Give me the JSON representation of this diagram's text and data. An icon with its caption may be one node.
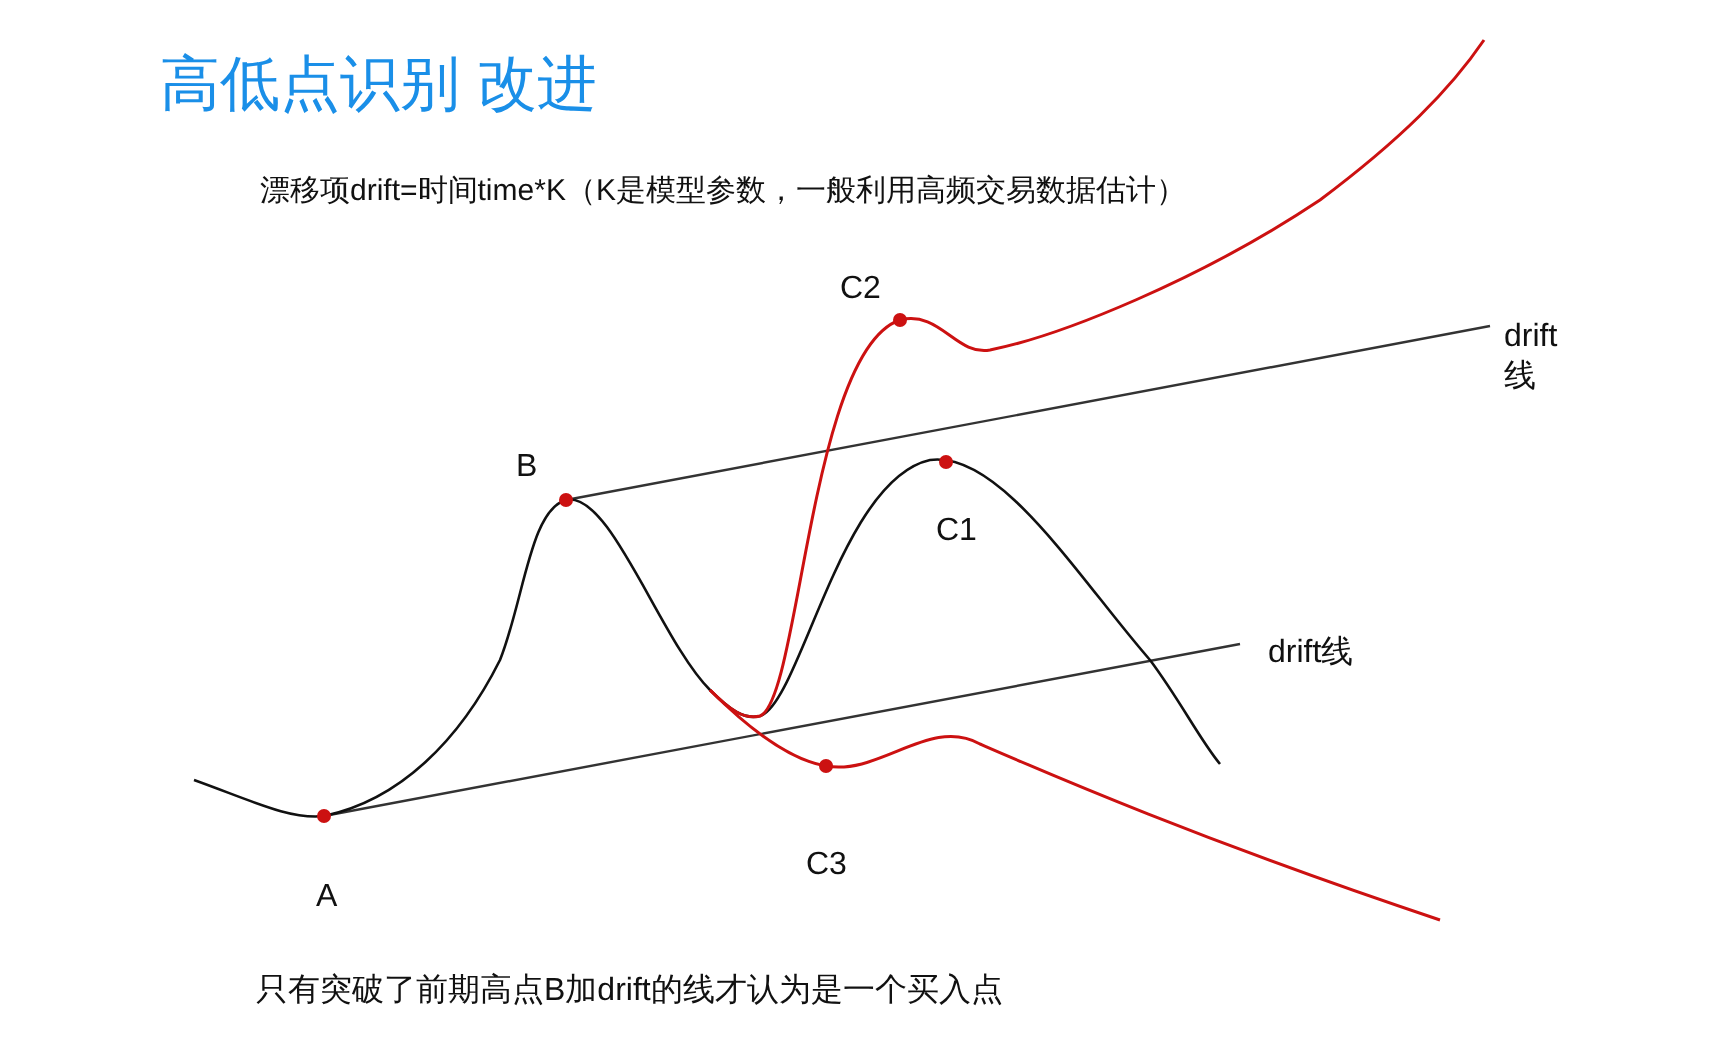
{
  "diagram": {
    "title": "高低点识别 改进",
    "labels": [
      "漂移项drift=时间time*K（K是模型参数，一般利用高频交易数据估计）",
      "C2",
      "drift 线",
      "B",
      "C1",
      "drift线",
      "A",
      "C3",
      "只有突破了前期高点B加drift的线才认为是一个买入点"
    ]
  }
}
